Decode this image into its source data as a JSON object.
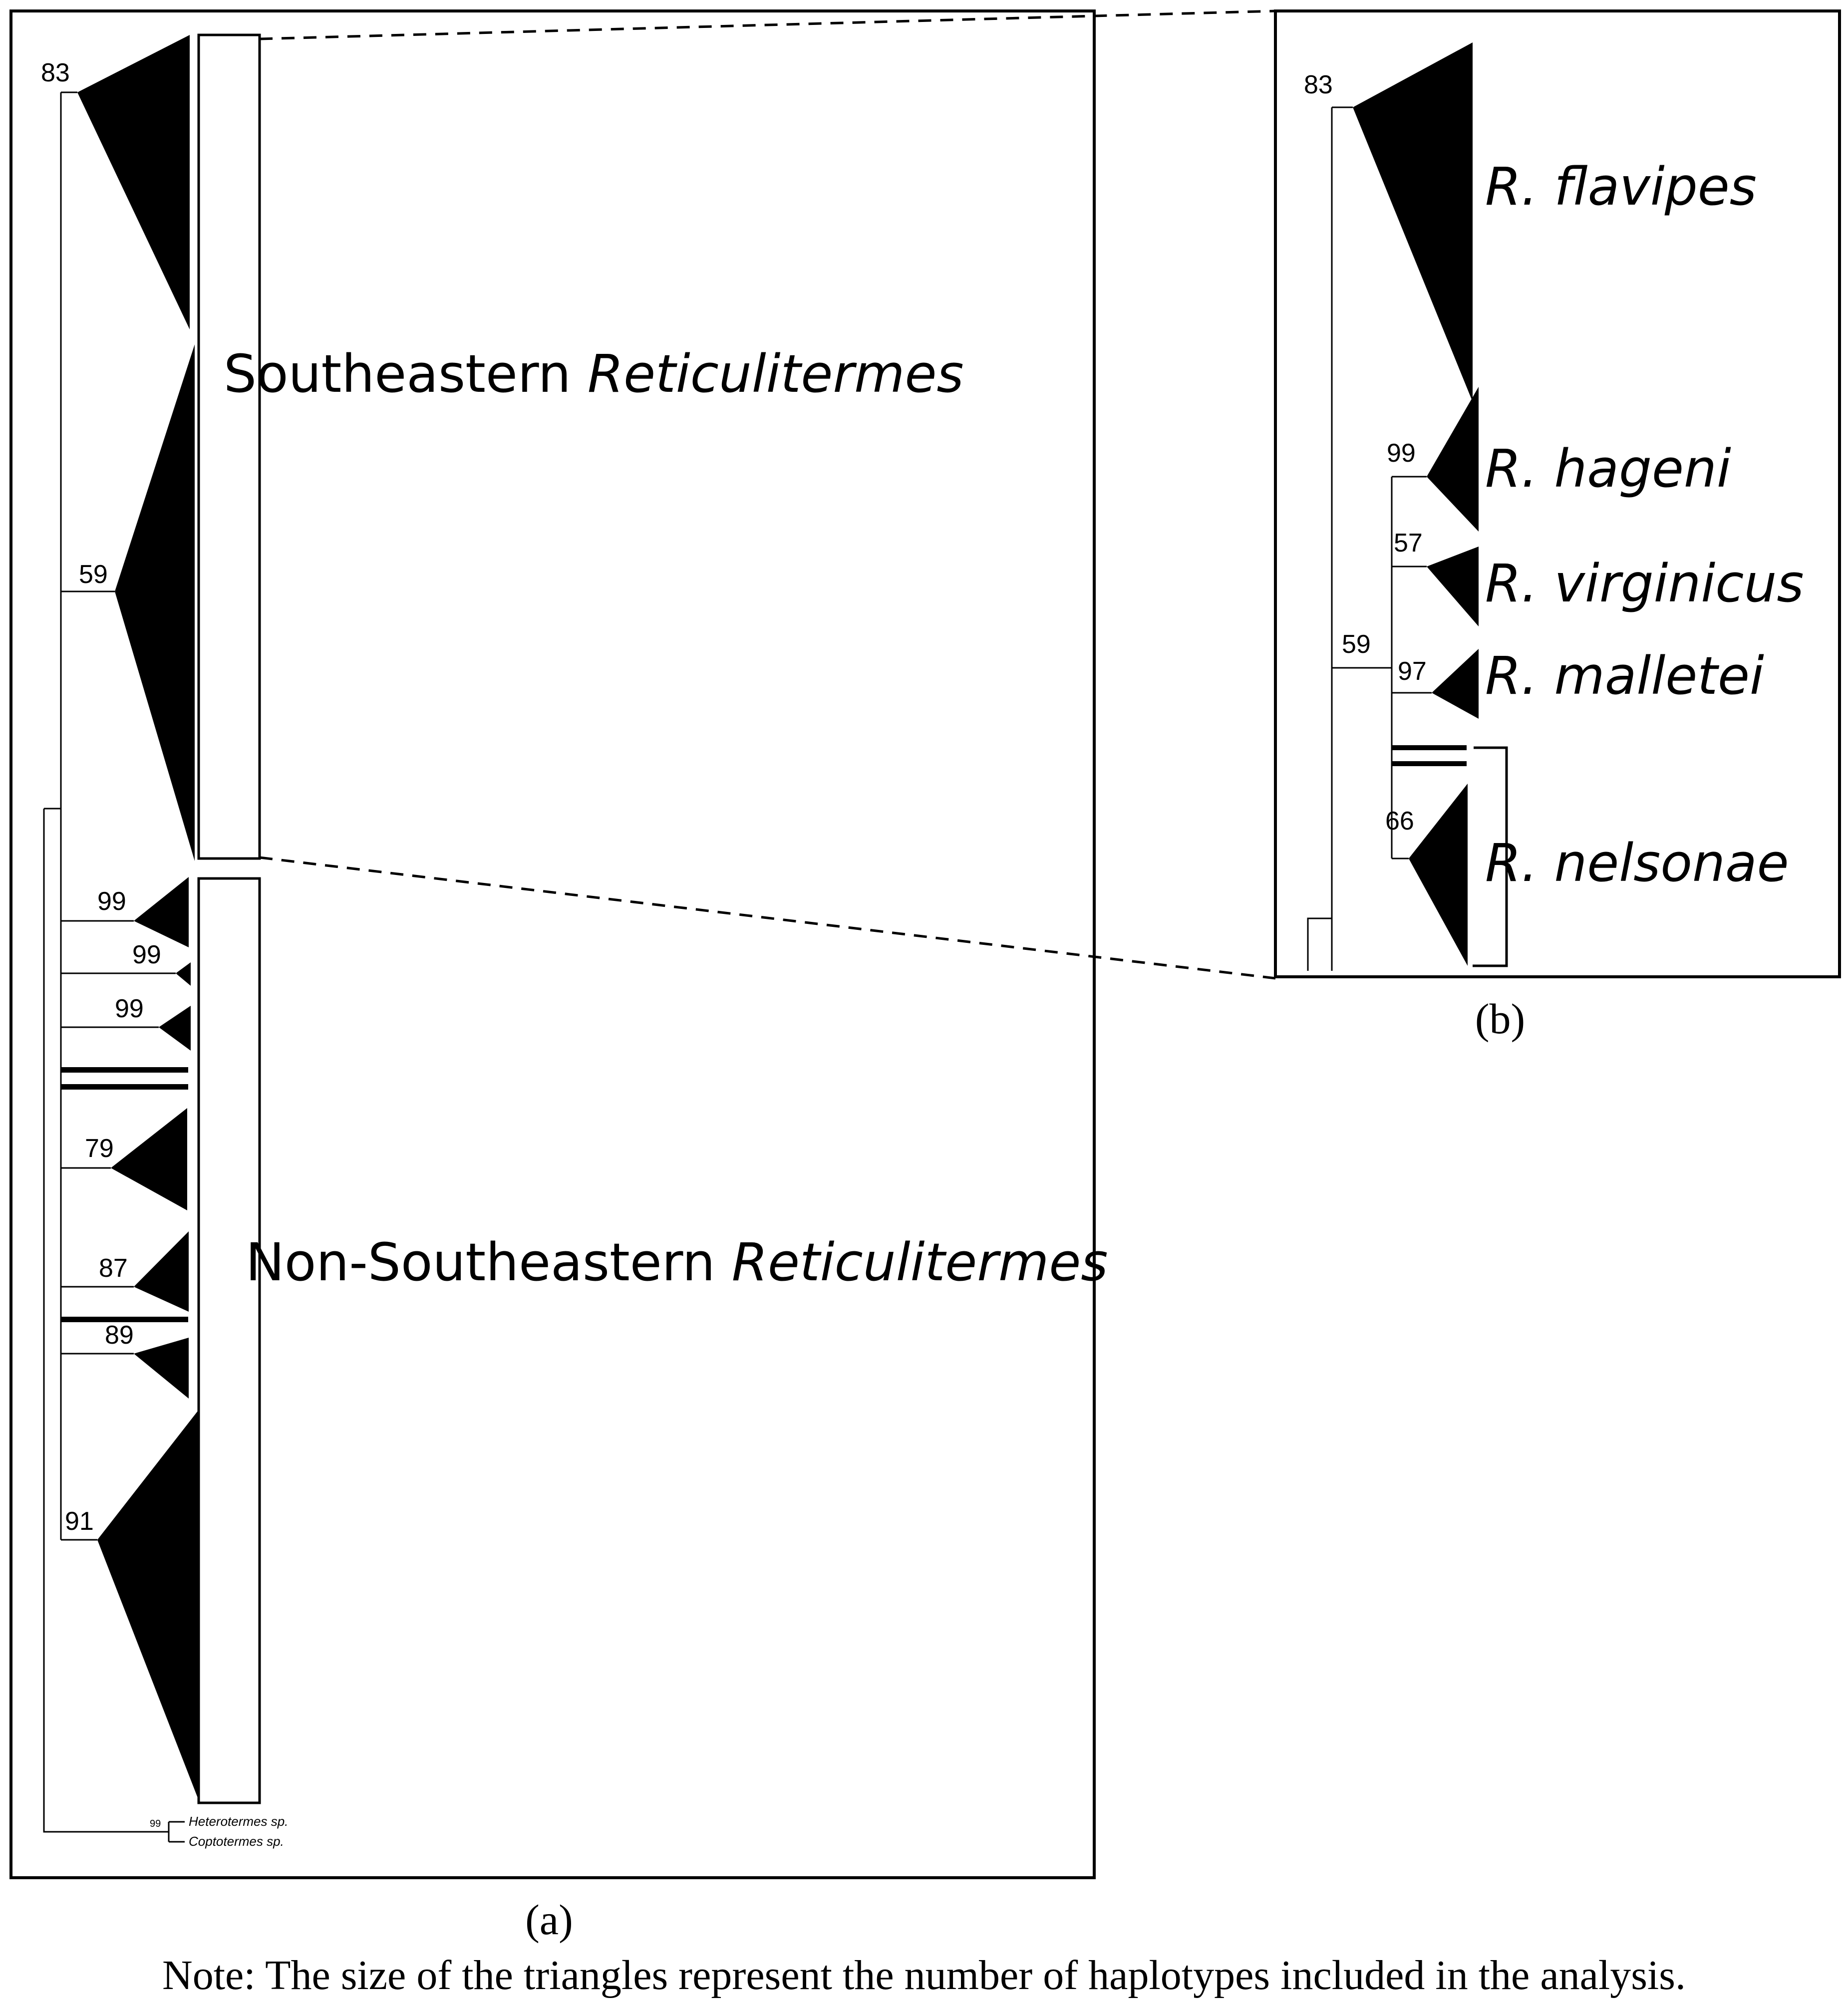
{
  "panel_a": {
    "caption": "(a)",
    "support_values": [
      "83",
      "59",
      "99",
      "99",
      "99",
      "79",
      "87",
      "89",
      "91"
    ],
    "clade_southeastern": {
      "prefix": "Southeastern ",
      "genus": "Reticulitermes"
    },
    "clade_non_southeastern": {
      "prefix": "Non-Southeastern ",
      "genus": "Reticulitermes"
    },
    "outgroup": {
      "support": "99",
      "taxa": [
        "Heterotermes sp.",
        "Coptotermes sp."
      ]
    }
  },
  "panel_b": {
    "caption": "(b)",
    "support_values": [
      "83",
      "99",
      "57",
      "59",
      "97",
      "66"
    ],
    "species": [
      "R. flavipes",
      "R. hageni",
      "R. virginicus",
      "R. malletei",
      "R. nelsonae"
    ]
  },
  "note": "Note: The size of the triangles represent the number of haplotypes included in the analysis."
}
